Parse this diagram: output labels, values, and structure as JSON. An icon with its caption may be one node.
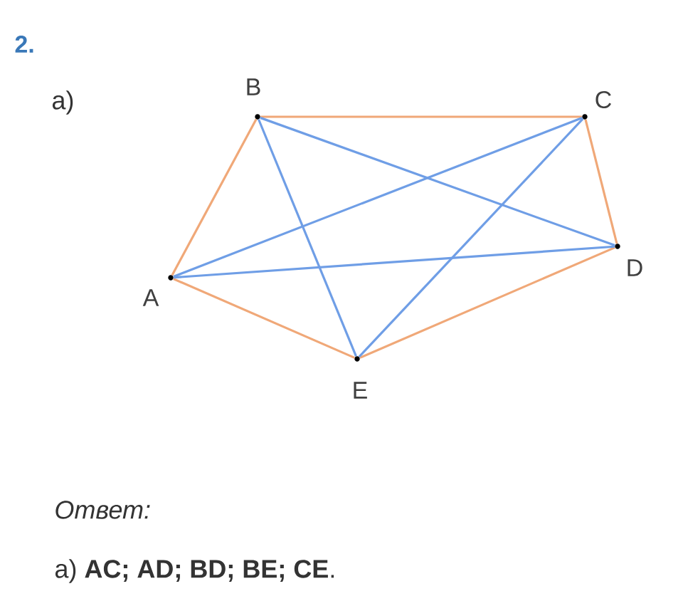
{
  "diagram": {
    "title": "2.",
    "nodes": [
      {
        "text": [
          "A"
        ]
      },
      {
        "text": [
          "B"
        ]
      },
      {
        "text": [
          "C"
        ]
      },
      {
        "text": [
          "D"
        ]
      },
      {
        "text": [
          "E"
        ]
      }
    ],
    "edges": [
      {
        "from": 0,
        "to": 1,
        "arrow": "none",
        "color": "#f0a878"
      },
      {
        "from": 1,
        "to": 2,
        "arrow": "none",
        "color": "#f0a878"
      },
      {
        "from": 2,
        "to": 3,
        "arrow": "none",
        "color": "#f0a878"
      },
      {
        "from": 3,
        "to": 4,
        "arrow": "none",
        "color": "#f0a878"
      },
      {
        "from": 4,
        "to": 0,
        "arrow": "none",
        "color": "#f0a878"
      },
      {
        "from": 0,
        "to": 2,
        "arrow": "none",
        "color": "#6f9ee6"
      },
      {
        "from": 0,
        "to": 3,
        "arrow": "none",
        "color": "#6f9ee6"
      },
      {
        "from": 1,
        "to": 3,
        "arrow": "none",
        "color": "#6f9ee6"
      },
      {
        "from": 1,
        "to": 4,
        "arrow": "none",
        "color": "#6f9ee6"
      },
      {
        "from": 2,
        "to": 4,
        "arrow": "none",
        "color": "#6f9ee6"
      }
    ],
    "labels": [
      "а)",
      "Ответ:",
      "а) **AC; AD; BD; BE; CE**."
    ]
  }
}
